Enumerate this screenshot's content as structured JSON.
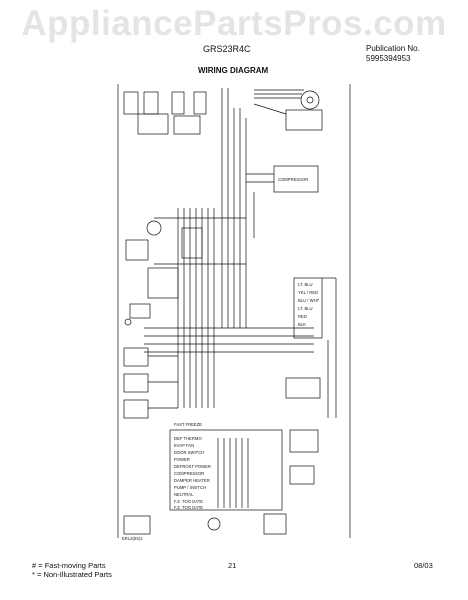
{
  "header": {
    "watermark": "AppliancePartsPros.com",
    "model": "GRS23R4C",
    "publication_label": "Publication No.",
    "publication_number": "5995394953",
    "title": "WIRING DIAGRAM"
  },
  "diagram": {
    "bottom_labels": [
      "DEF THERMO",
      "EVAP FAN",
      "DOOR SWITCH",
      "POWER",
      "DEFROST POWER",
      "COMPRESSOR",
      "DAMPER HEATER",
      "PUMP / SWITCH",
      "NEUTRAL",
      "F.Z. TOO DATE",
      "F.Z. TOO DATE"
    ],
    "fast_freeze_label": "FAST FREEZE",
    "right_labels": [
      "LT. BLU",
      "YEL / RED",
      "BLU / WHT",
      "LT. BLU",
      "RED",
      "BLK"
    ],
    "dispenser_label": "COMPRESSOR",
    "corner_code": "ERL3(5S)1"
  },
  "footer": {
    "note1": "# = Fast-moving Parts",
    "note2": "* = Non-Illustrated Parts",
    "page": "21",
    "date": "08/03"
  }
}
